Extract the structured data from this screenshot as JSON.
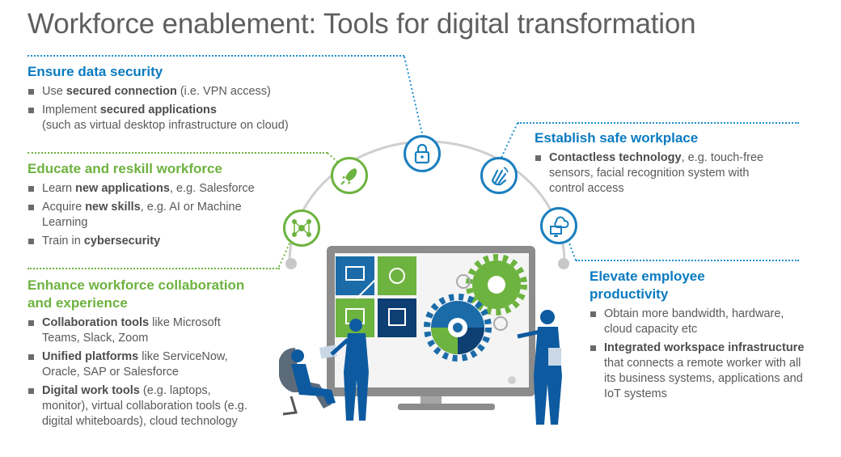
{
  "title": "Workforce enablement: Tools for digital transformation",
  "colors": {
    "blue": "#0a7bc1",
    "green": "#6db33f",
    "navy": "#0d3f73",
    "gray": "#595959"
  },
  "sections": {
    "data_security": {
      "heading": "Ensure data security",
      "icon": "lock-icon",
      "bullets": [
        {
          "bold": "",
          "pre": "Use ",
          "b": "secured connection",
          "post": " (i.e. VPN access)"
        },
        {
          "pre": "Implement ",
          "b": "secured applications",
          "post": " (such as virtual desktop infrastructure on cloud)"
        }
      ]
    },
    "reskill": {
      "heading": "Educate and reskill workforce",
      "icon": "rocket-icon",
      "bullets": [
        {
          "pre": "Learn ",
          "b": "new applications",
          "post": ", e.g. Salesforce"
        },
        {
          "pre": "Acquire ",
          "b": "new skills",
          "post": ", e.g. AI or Machine Learning"
        },
        {
          "pre": "Train in ",
          "b": "cybersecurity",
          "post": ""
        }
      ]
    },
    "collaboration": {
      "heading_line1": "Enhance workforce collaboration",
      "heading_line2": "and experience",
      "icon": "network-icon",
      "bullets": [
        {
          "pre": "",
          "b": "Collaboration tools",
          "post": " like Microsoft Teams, Slack, Zoom"
        },
        {
          "pre": "",
          "b": "Unified platforms",
          "post": " like ServiceNow, Oracle, SAP or Salesforce"
        },
        {
          "pre": "",
          "b": "Digital work tools",
          "post": " (e.g. laptops, monitor), virtual collaboration tools (e.g. digital whiteboards), cloud technology"
        }
      ]
    },
    "safe_workplace": {
      "heading": "Establish safe workplace",
      "icon": "touchless-hand-icon",
      "bullets": [
        {
          "pre": "",
          "b": "Contactless technology",
          "post": ", e.g. touch-free sensors, facial recognition system with control access"
        }
      ]
    },
    "productivity": {
      "heading_line1": "Elevate employee",
      "heading_line2": "productivity",
      "icon": "cloud-computer-icon",
      "bullets": [
        {
          "pre": "Obtain more bandwidth, hardware, cloud capacity etc",
          "b": "",
          "post": ""
        },
        {
          "pre": "",
          "b": "Integrated workspace infrastructure",
          "post": " that connects a remote worker with all its business systems, applications and IoT systems"
        }
      ]
    }
  }
}
